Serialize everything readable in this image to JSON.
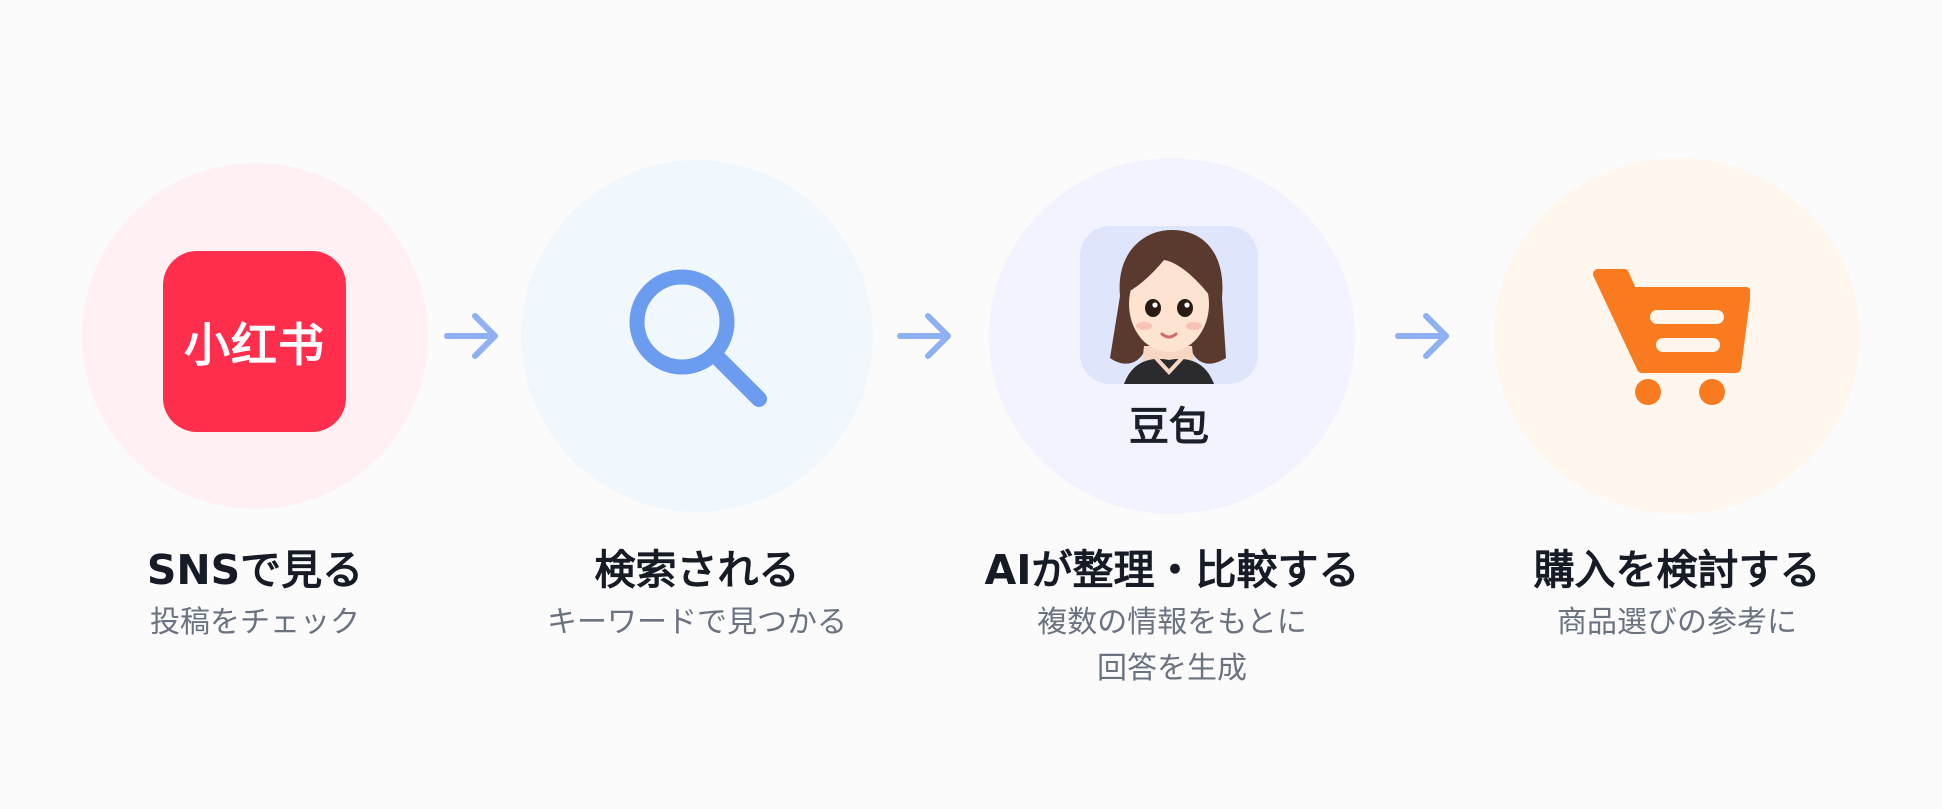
{
  "steps": [
    {
      "title": "SNSで見る",
      "desc": [
        "投稿をチェック"
      ],
      "logo_text": "小红书",
      "icon": "xiaohongshu-logo-icon",
      "color": "#ff2e4c"
    },
    {
      "title": "検索される",
      "desc": [
        "キーワードで見つかる"
      ],
      "icon": "search-icon",
      "color": "#6b9cf0"
    },
    {
      "title": "AIが整理・比較する",
      "desc": [
        "複数の情報をもとに",
        "回答を生成"
      ],
      "avatar_label": "豆包",
      "icon": "doubao-avatar-icon"
    },
    {
      "title": "購入を検討する",
      "desc": [
        "商品選びの参考に"
      ],
      "icon": "shopping-cart-icon",
      "color": "#f97a1f"
    }
  ],
  "arrow_color": "#8fb0f2"
}
